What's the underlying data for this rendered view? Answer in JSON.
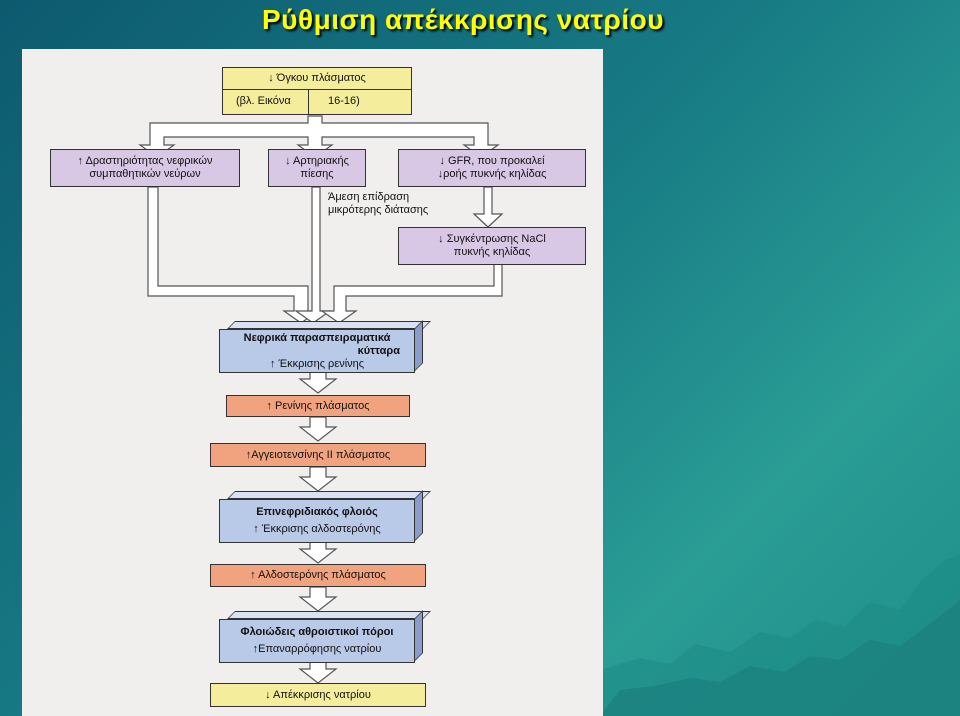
{
  "slide": {
    "title": "Ρύθμιση απέκκρισης νατρίου"
  },
  "diagram": {
    "plasma_volume": {
      "line1": "Όγκου πλάσματος",
      "ref_a": "(βλ. Εικόνα",
      "ref_b": "16-16)"
    },
    "sympathetic": {
      "line1": "Δραστηριότητας νεφρικών",
      "line2": "συμπαθητικών νεύρων"
    },
    "arterial_pressure": {
      "line1": "Αρτηριακής",
      "line2": "πίεσης"
    },
    "gfr": {
      "line1": "GFR, που προκαλεί",
      "line2": "ροής πυκνής κηλίδας"
    },
    "direct_effect": {
      "line1": "Άμεση επίδραση",
      "line2": "μικρότερης διάτασης"
    },
    "nacl": {
      "line1": "Συγκέντρωσης NaCl",
      "line2": "πυκνής κηλίδας"
    },
    "juxtaglomerular": {
      "line1": "Νεφρικά παρασπειραματικά",
      "line2": "κύτταρα",
      "line3": "Έκκρισης ρενίνης"
    },
    "plasma_renin": {
      "line1": "Ρενίνης πλάσματος"
    },
    "angiotensin": {
      "line1": "Αγγειοτενσίνης II πλάσματος"
    },
    "adrenal_cortex": {
      "line1": "Επινεφριδιακός φλοιός",
      "line2": "Έκκρισης αλδοστερόνης"
    },
    "plasma_aldosterone": {
      "line1": "Αλδοστερόνης πλάσματος"
    },
    "collecting_ducts": {
      "line1": "Φλοιώδεις αθροιστικοί πόροι",
      "line2": "Επαναρρόφησης νατρίου"
    },
    "sodium_excretion": {
      "line1": "Απέκκρισης νατρίου"
    },
    "arrows": {
      "down": "↓",
      "up": "↑"
    },
    "colors": {
      "lavender": "#d8c8e6",
      "yellow": "#f4ee9c",
      "salmon": "#f0a37e",
      "blue": "#b9c9e8",
      "arrow_fill": "#ffffff"
    }
  }
}
